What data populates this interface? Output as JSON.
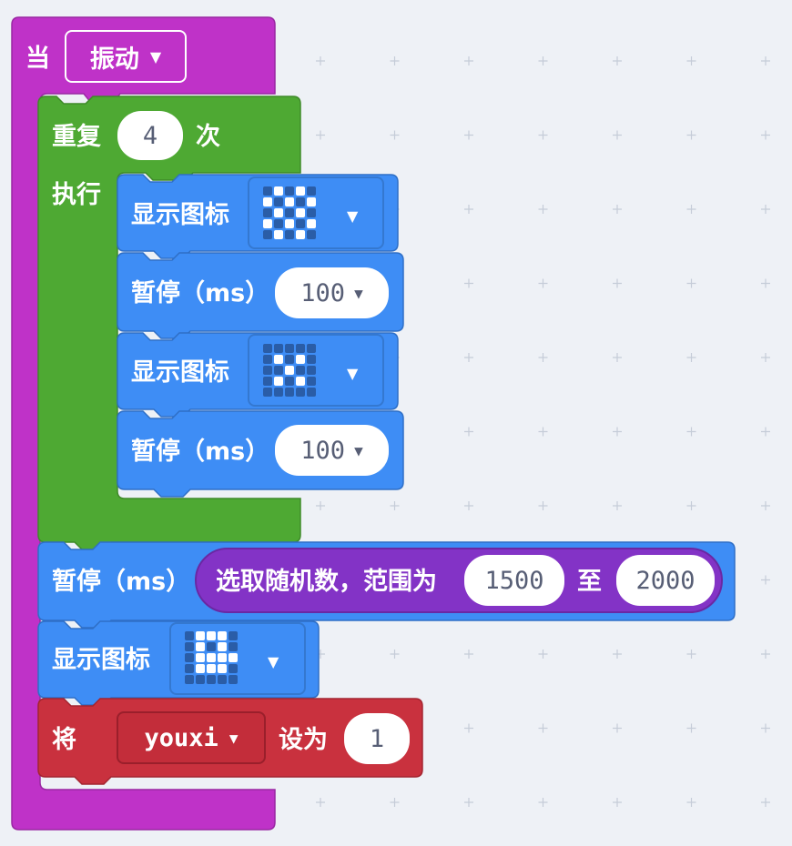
{
  "colors": {
    "event": "#bf32c8",
    "loop": "#4ea933",
    "basic": "#3e8df5",
    "math": "#8333c6",
    "variables": "#c9313e",
    "workspace": "#eef1f6"
  },
  "event_block": {
    "prefix": "当",
    "gesture_value": "振动",
    "dropdown_icon": "caret-down-icon"
  },
  "repeat_block": {
    "label": "重复",
    "count": "4",
    "suffix": "次",
    "do_label": "执行"
  },
  "inner_blocks": [
    {
      "label": "显示图标",
      "icon": [
        [
          0,
          1,
          0,
          1,
          0
        ],
        [
          1,
          0,
          1,
          0,
          1
        ],
        [
          0,
          1,
          0,
          1,
          0
        ],
        [
          1,
          0,
          1,
          0,
          1
        ],
        [
          0,
          1,
          0,
          1,
          0
        ]
      ]
    },
    {
      "label": "暂停（ms）",
      "value": "100"
    },
    {
      "label": "显示图标",
      "icon": [
        [
          0,
          0,
          0,
          0,
          0
        ],
        [
          0,
          1,
          0,
          1,
          0
        ],
        [
          0,
          0,
          1,
          0,
          0
        ],
        [
          0,
          1,
          0,
          1,
          0
        ],
        [
          0,
          0,
          0,
          0,
          0
        ]
      ]
    },
    {
      "label": "暂停（ms）",
      "value": "100"
    }
  ],
  "random_pause": {
    "label": "暂停（ms）",
    "random_label": "选取随机数，范围为",
    "from": "1500",
    "to_label": "至",
    "to": "2000"
  },
  "show_icon_after": {
    "label": "显示图标",
    "icon": [
      [
        0,
        1,
        1,
        1,
        0
      ],
      [
        0,
        1,
        0,
        1,
        0
      ],
      [
        0,
        1,
        1,
        1,
        1
      ],
      [
        0,
        1,
        1,
        1,
        0
      ],
      [
        0,
        0,
        0,
        0,
        0
      ]
    ]
  },
  "set_var": {
    "prefix": "将",
    "variable": "youxi",
    "mid_label": "设为",
    "value": "1"
  }
}
